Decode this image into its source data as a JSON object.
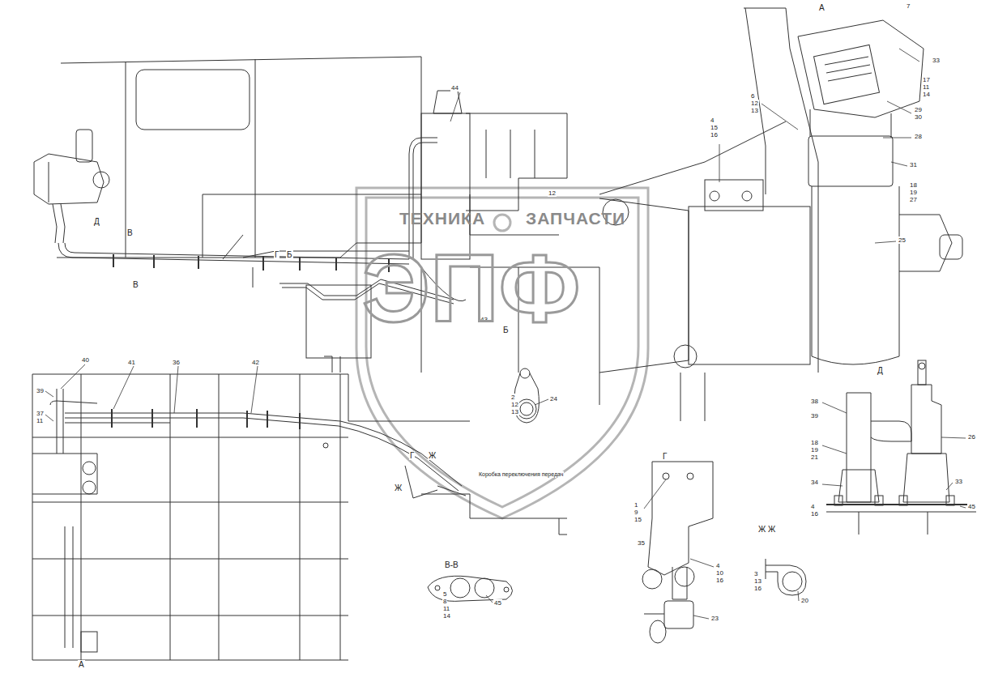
{
  "diagram": {
    "labels": [
      "А",
      "7",
      "33",
      "17",
      "11",
      "14",
      "29",
      "30",
      "28",
      "31",
      "18",
      "19",
      "27",
      "25",
      "Д",
      "6",
      "12",
      "13",
      "4",
      "15",
      "16",
      "44",
      "12",
      "Д",
      "В",
      "В",
      "Г",
      "Б",
      "43",
      "Б",
      "2",
      "12",
      "13",
      "24",
      "40",
      "41",
      "36",
      "42",
      "39",
      "37",
      "11",
      "Г",
      "Ж",
      "Ж",
      "Коробка переключения передач",
      "В-В",
      "5",
      "8",
      "11",
      "14",
      "45",
      "А",
      "Г",
      "1",
      "9",
      "15",
      "35",
      "4",
      "10",
      "16",
      "23",
      "Ж Ж",
      "3",
      "13",
      "16",
      "20",
      "38",
      "39",
      "18",
      "19",
      "21",
      "34",
      "4",
      "16",
      "26",
      "33",
      "45",
      "ТЕХНИКА",
      "ЗАПЧАСТИ",
      "ЭПФ"
    ]
  }
}
